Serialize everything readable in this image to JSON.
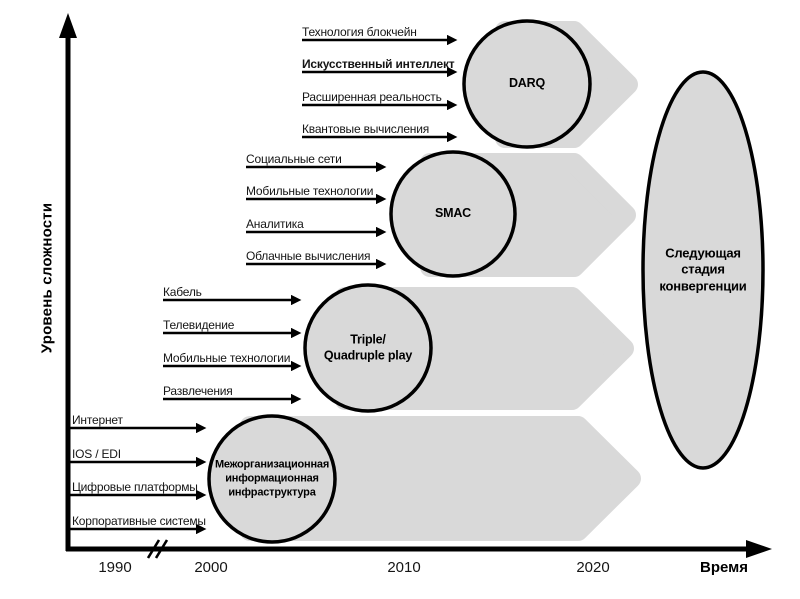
{
  "diagram": {
    "y_axis_label": "Уровень сложности",
    "x_axis_label": "Время",
    "x_ticks": [
      "1990",
      "2000",
      "2010",
      "2020"
    ],
    "future_stage_label": "Следующая\nстадия\nконвергенции",
    "stages": [
      {
        "name": "Межорганизационная\nинформационная\nинфраструктура",
        "inputs": [
          "Интернет",
          "IOS / EDI",
          "Цифровые платформы",
          "Корпоративные системы"
        ]
      },
      {
        "name": "Triple/\nQuadruple play",
        "inputs": [
          "Кабель",
          "Телевидение",
          "Мобильные технологии",
          "Развлечения"
        ]
      },
      {
        "name": "SMAC",
        "inputs": [
          "Социальные сети",
          "Мобильные технологии",
          "Аналитика",
          "Облачные вычисления"
        ]
      },
      {
        "name": "DARQ",
        "inputs": [
          "Технология блокчейн",
          "Искусственный интеллект",
          "Расширенная реальность",
          "Квантовые вычисления"
        ]
      }
    ],
    "colors": {
      "shape_fill": "#d9d9d9",
      "stroke": "#000000",
      "text": "#111111"
    }
  }
}
